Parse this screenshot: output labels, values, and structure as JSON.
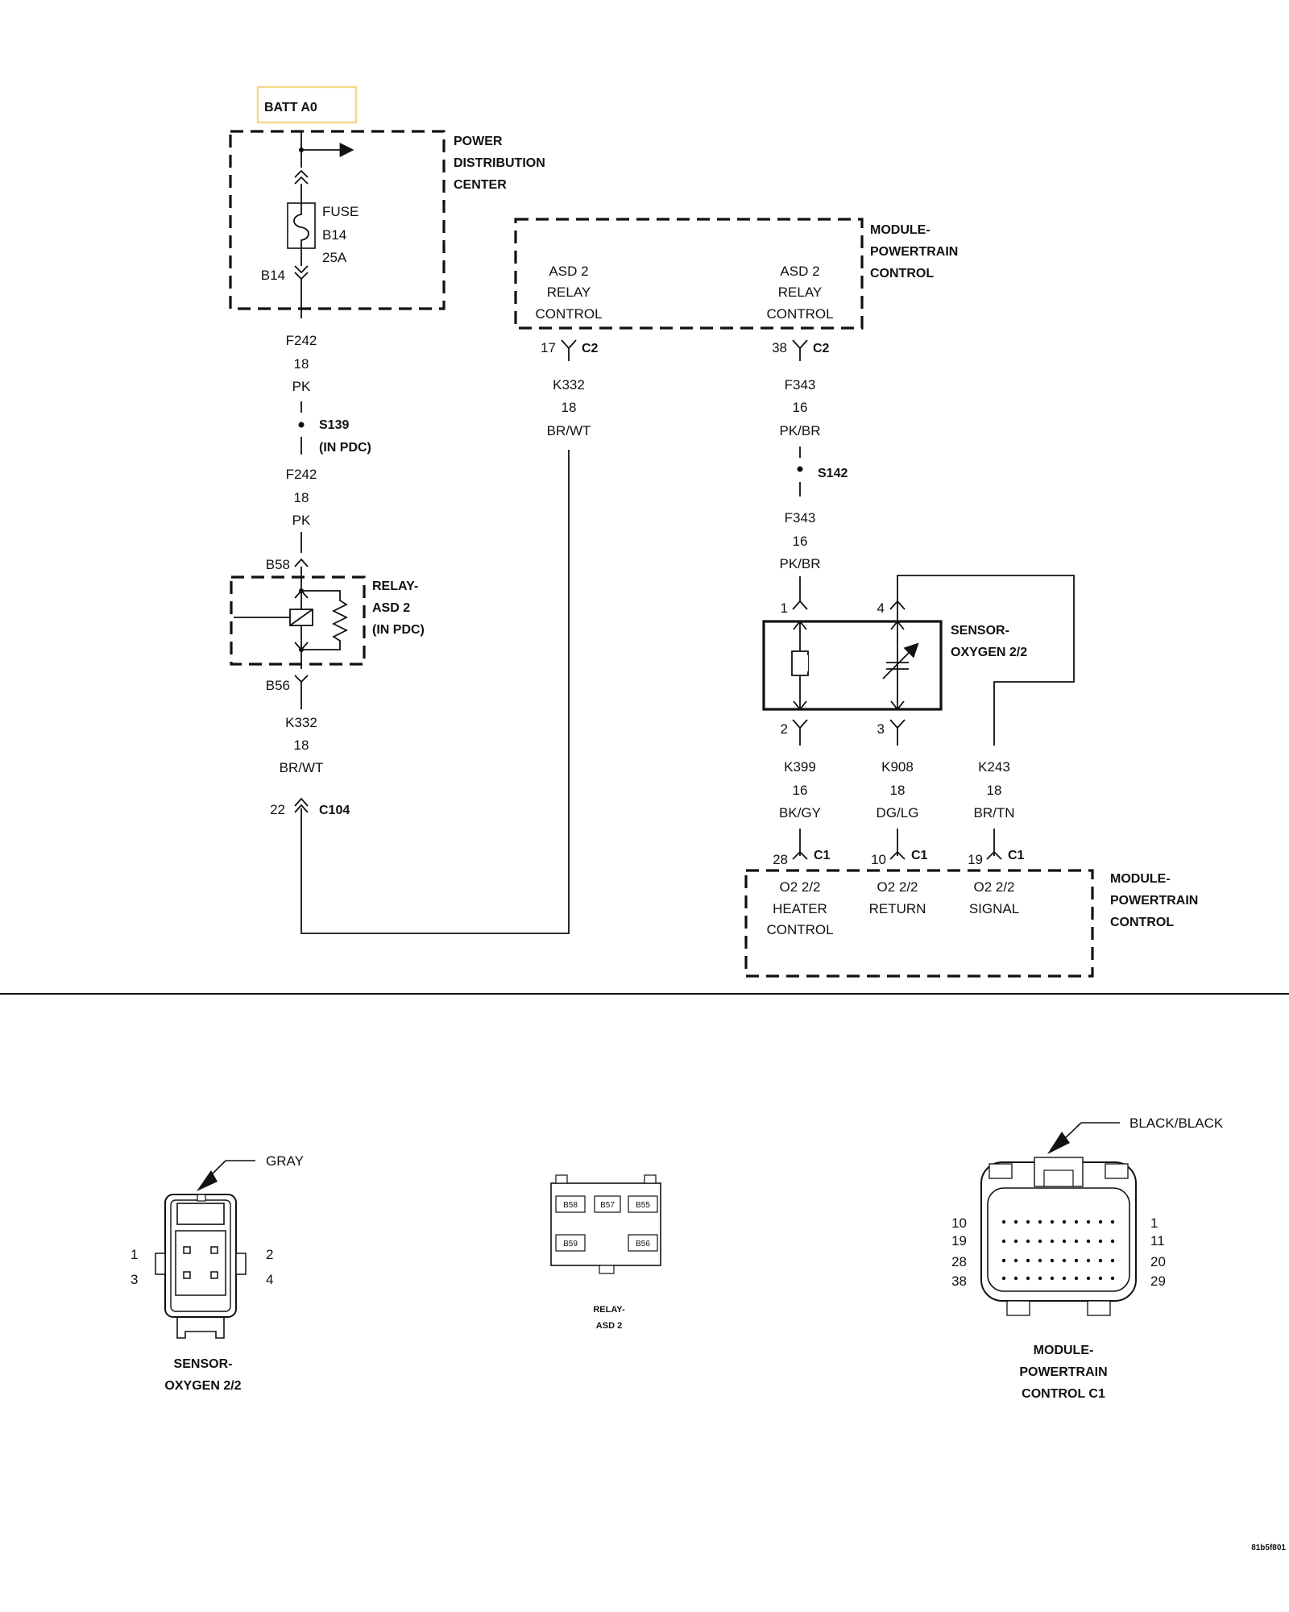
{
  "battery": {
    "label": "BATT A0"
  },
  "pdc": {
    "title": [
      "POWER",
      "DISTRIBUTION",
      "CENTER"
    ],
    "fuse": [
      "FUSE",
      "B14",
      "25A"
    ],
    "output_cavity": "B14"
  },
  "pcm_top": {
    "title": [
      "MODULE-",
      "POWERTRAIN",
      "CONTROL"
    ],
    "pin_left": [
      "ASD 2",
      "RELAY",
      "CONTROL"
    ],
    "pin_right": [
      "ASD 2",
      "RELAY",
      "CONTROL"
    ],
    "conn_left": {
      "pin": "17",
      "connector": "C2"
    },
    "conn_right": {
      "pin": "38",
      "connector": "C2"
    }
  },
  "wires": {
    "f242_a": [
      "F242",
      "18",
      "PK"
    ],
    "f242_b": [
      "F242",
      "18",
      "PK"
    ],
    "k332_relay": [
      "K332",
      "18",
      "BR/WT"
    ],
    "k332_pcm": [
      "K332",
      "18",
      "BR/WT"
    ],
    "f343_a": [
      "F343",
      "16",
      "PK/BR"
    ],
    "f343_b": [
      "F343",
      "16",
      "PK/BR"
    ],
    "k399": [
      "K399",
      "16",
      "BK/GY"
    ],
    "k908": [
      "K908",
      "18",
      "DG/LG"
    ],
    "k243": [
      "K243",
      "18",
      "BR/TN"
    ]
  },
  "splices": {
    "s139": [
      "S139",
      "(IN PDC)"
    ],
    "s142": "S142"
  },
  "relay": {
    "title": [
      "RELAY-",
      "ASD 2",
      "(IN PDC)"
    ],
    "cavity_in": "B58",
    "cavity_out": "B56"
  },
  "c104": {
    "pin": "22",
    "connector": "C104"
  },
  "o2_sensor": {
    "title": [
      "SENSOR-",
      "OXYGEN 2/2"
    ],
    "pins": [
      "1",
      "4",
      "2",
      "3"
    ]
  },
  "pcm_bottom": {
    "title": [
      "MODULE-",
      "POWERTRAIN",
      "CONTROL"
    ],
    "conns": [
      {
        "pin": "28",
        "connector": "C1"
      },
      {
        "pin": "10",
        "connector": "C1"
      },
      {
        "pin": "19",
        "connector": "C1"
      }
    ],
    "pin_heater": [
      "O2 2/2",
      "HEATER",
      "CONTROL"
    ],
    "pin_return": [
      "O2 2/2",
      "RETURN"
    ],
    "pin_signal": [
      "O2 2/2",
      "SIGNAL"
    ]
  },
  "views": {
    "sensor": {
      "color_label": "GRAY",
      "pins": [
        "1",
        "2",
        "3",
        "4"
      ],
      "title": [
        "SENSOR-",
        "OXYGEN 2/2"
      ]
    },
    "relay": {
      "cavities": [
        "B58",
        "B57",
        "B55",
        "B59",
        "B56"
      ],
      "title": [
        "RELAY-",
        "ASD 2"
      ]
    },
    "pcm_c1": {
      "color_label": "BLACK/BLACK",
      "left_pins": [
        "10",
        "19",
        "28",
        "38"
      ],
      "right_pins": [
        "1",
        "11",
        "20",
        "29"
      ],
      "title": [
        "MODULE-",
        "POWERTRAIN",
        "CONTROL C1"
      ]
    }
  },
  "doc_id": "81b5f801"
}
